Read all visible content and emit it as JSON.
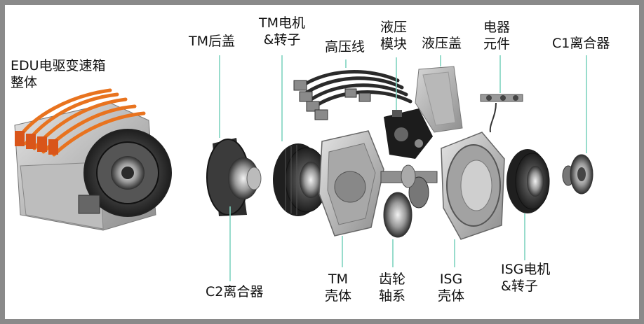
{
  "labels": {
    "edu_assembly": [
      "EDU电驱变速箱",
      "整体"
    ],
    "tm_rear_cover": [
      "TM后盖"
    ],
    "tm_motor_rotor": [
      "TM电机",
      "&转子"
    ],
    "hv_cable": [
      "高压线"
    ],
    "hydraulic_module": [
      "液压",
      "模块"
    ],
    "hydraulic_cover": [
      "液压盖"
    ],
    "electrical_components": [
      "电器",
      "元件"
    ],
    "c1_clutch": [
      "C1离合器"
    ],
    "c2_clutch": [
      "C2离合器"
    ],
    "tm_housing": [
      "TM",
      "壳体"
    ],
    "gear_shaft": [
      "齿轮",
      "轴系"
    ],
    "isg_housing": [
      "ISG",
      "壳体"
    ],
    "isg_motor_rotor": [
      "ISG电机",
      "&转子"
    ]
  },
  "colors": {
    "leader_line": "#7fd3c0",
    "cable_orange": "#e8731f",
    "metal_light": "#c9c9c9",
    "metal_dark": "#3a3a3a",
    "frame": "#8a8a8a"
  }
}
